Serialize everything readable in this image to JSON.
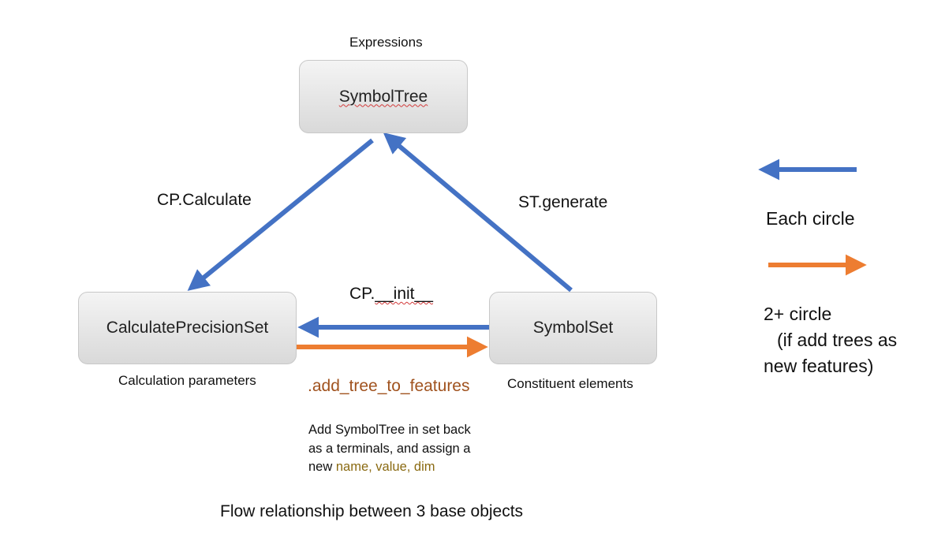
{
  "nodes": {
    "symbol_tree": {
      "label": "SymbolTree",
      "caption": "Expressions"
    },
    "calc_precision_set": {
      "label": "CalculatePrecisionSet",
      "caption": "Calculation parameters"
    },
    "symbol_set": {
      "label": "SymbolSet",
      "caption": "Constituent elements"
    }
  },
  "edges": {
    "cp_calculate": "CP.Calculate",
    "st_generate": "ST.generate",
    "cp_init_prefix": "CP.",
    "cp_init_name": "__init__",
    "add_tree": ".add_tree_to_features"
  },
  "note": {
    "line_1": "Add SymbolTree in set back",
    "line_2": "as a terminals, and assign a",
    "line_3_prefix": "new ",
    "line_3_highlight": "name, value, dim"
  },
  "legend": {
    "blue_label": "Each circle",
    "orange_line_1": "2+ circle",
    "orange_line_2": "(if add trees as",
    "orange_line_3": "new features)"
  },
  "caption": "Flow relationship between 3 base objects",
  "colors": {
    "blue": "#4472c4",
    "orange": "#ed7d31",
    "note_highlight": "#8a6a12",
    "method_orange": "#a0521e"
  }
}
